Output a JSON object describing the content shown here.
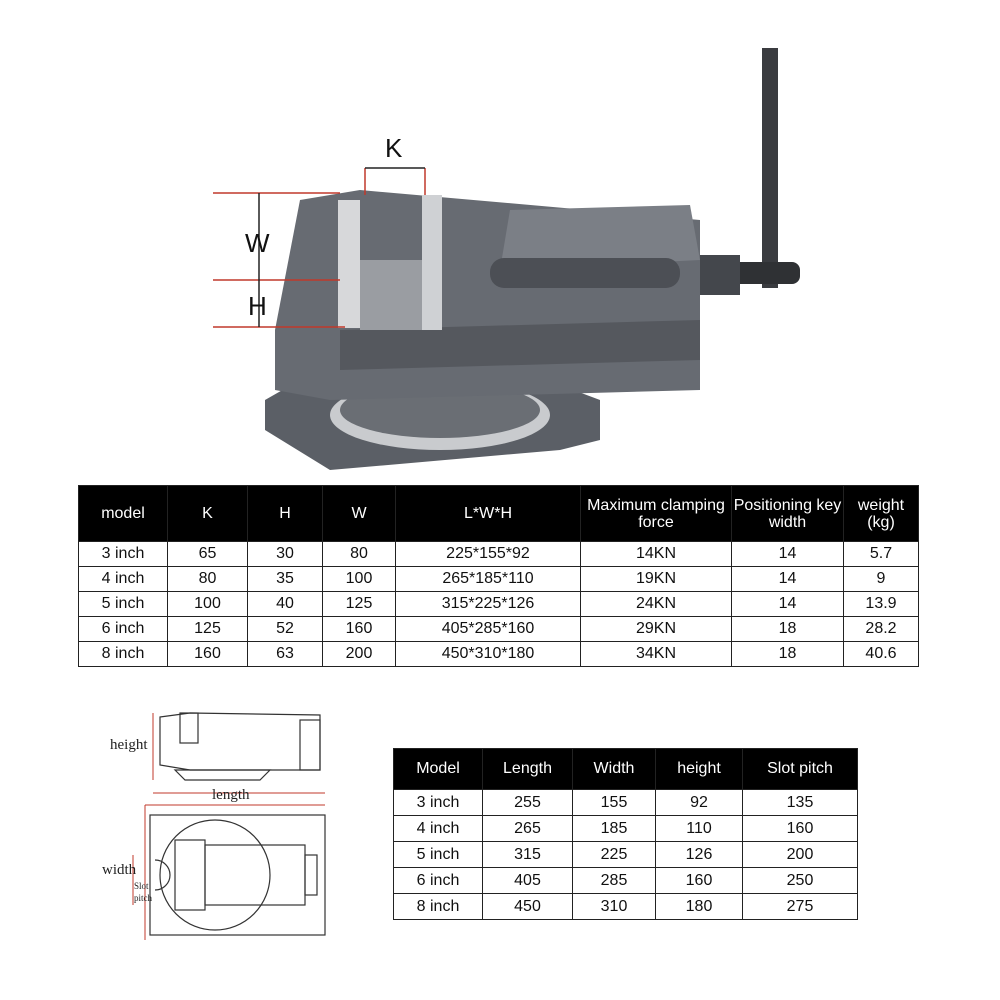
{
  "diagram_labels": {
    "k": "K",
    "w": "W",
    "h": "H"
  },
  "spec_table": {
    "headers": [
      "model",
      "K",
      "H",
      "W",
      "L*W*H",
      "Maximum clamping force",
      "Positioning key width",
      "weight (kg)"
    ],
    "rows": [
      [
        "3 inch",
        "65",
        "30",
        "80",
        "225*155*92",
        "14KN",
        "14",
        "5.7"
      ],
      [
        "4 inch",
        "80",
        "35",
        "100",
        "265*185*110",
        "19KN",
        "14",
        "9"
      ],
      [
        "5 inch",
        "100",
        "40",
        "125",
        "315*225*126",
        "24KN",
        "14",
        "13.9"
      ],
      [
        "6 inch",
        "125",
        "52",
        "160",
        "405*285*160",
        "29KN",
        "18",
        "28.2"
      ],
      [
        "8 inch",
        "160",
        "63",
        "200",
        "450*310*180",
        "34KN",
        "18",
        "40.6"
      ]
    ]
  },
  "drawing_labels": {
    "height": "height",
    "length": "length",
    "width": "width",
    "slot_pitch": "Slot pitch"
  },
  "dimension_table": {
    "headers": [
      "Model",
      "Length",
      "Width",
      "height",
      "Slot pitch"
    ],
    "rows": [
      [
        "3 inch",
        "255",
        "155",
        "92",
        "135"
      ],
      [
        "4 inch",
        "265",
        "185",
        "110",
        "160"
      ],
      [
        "5 inch",
        "315",
        "225",
        "126",
        "200"
      ],
      [
        "6 inch",
        "405",
        "285",
        "160",
        "250"
      ],
      [
        "8 inch",
        "450",
        "310",
        "180",
        "275"
      ]
    ]
  }
}
